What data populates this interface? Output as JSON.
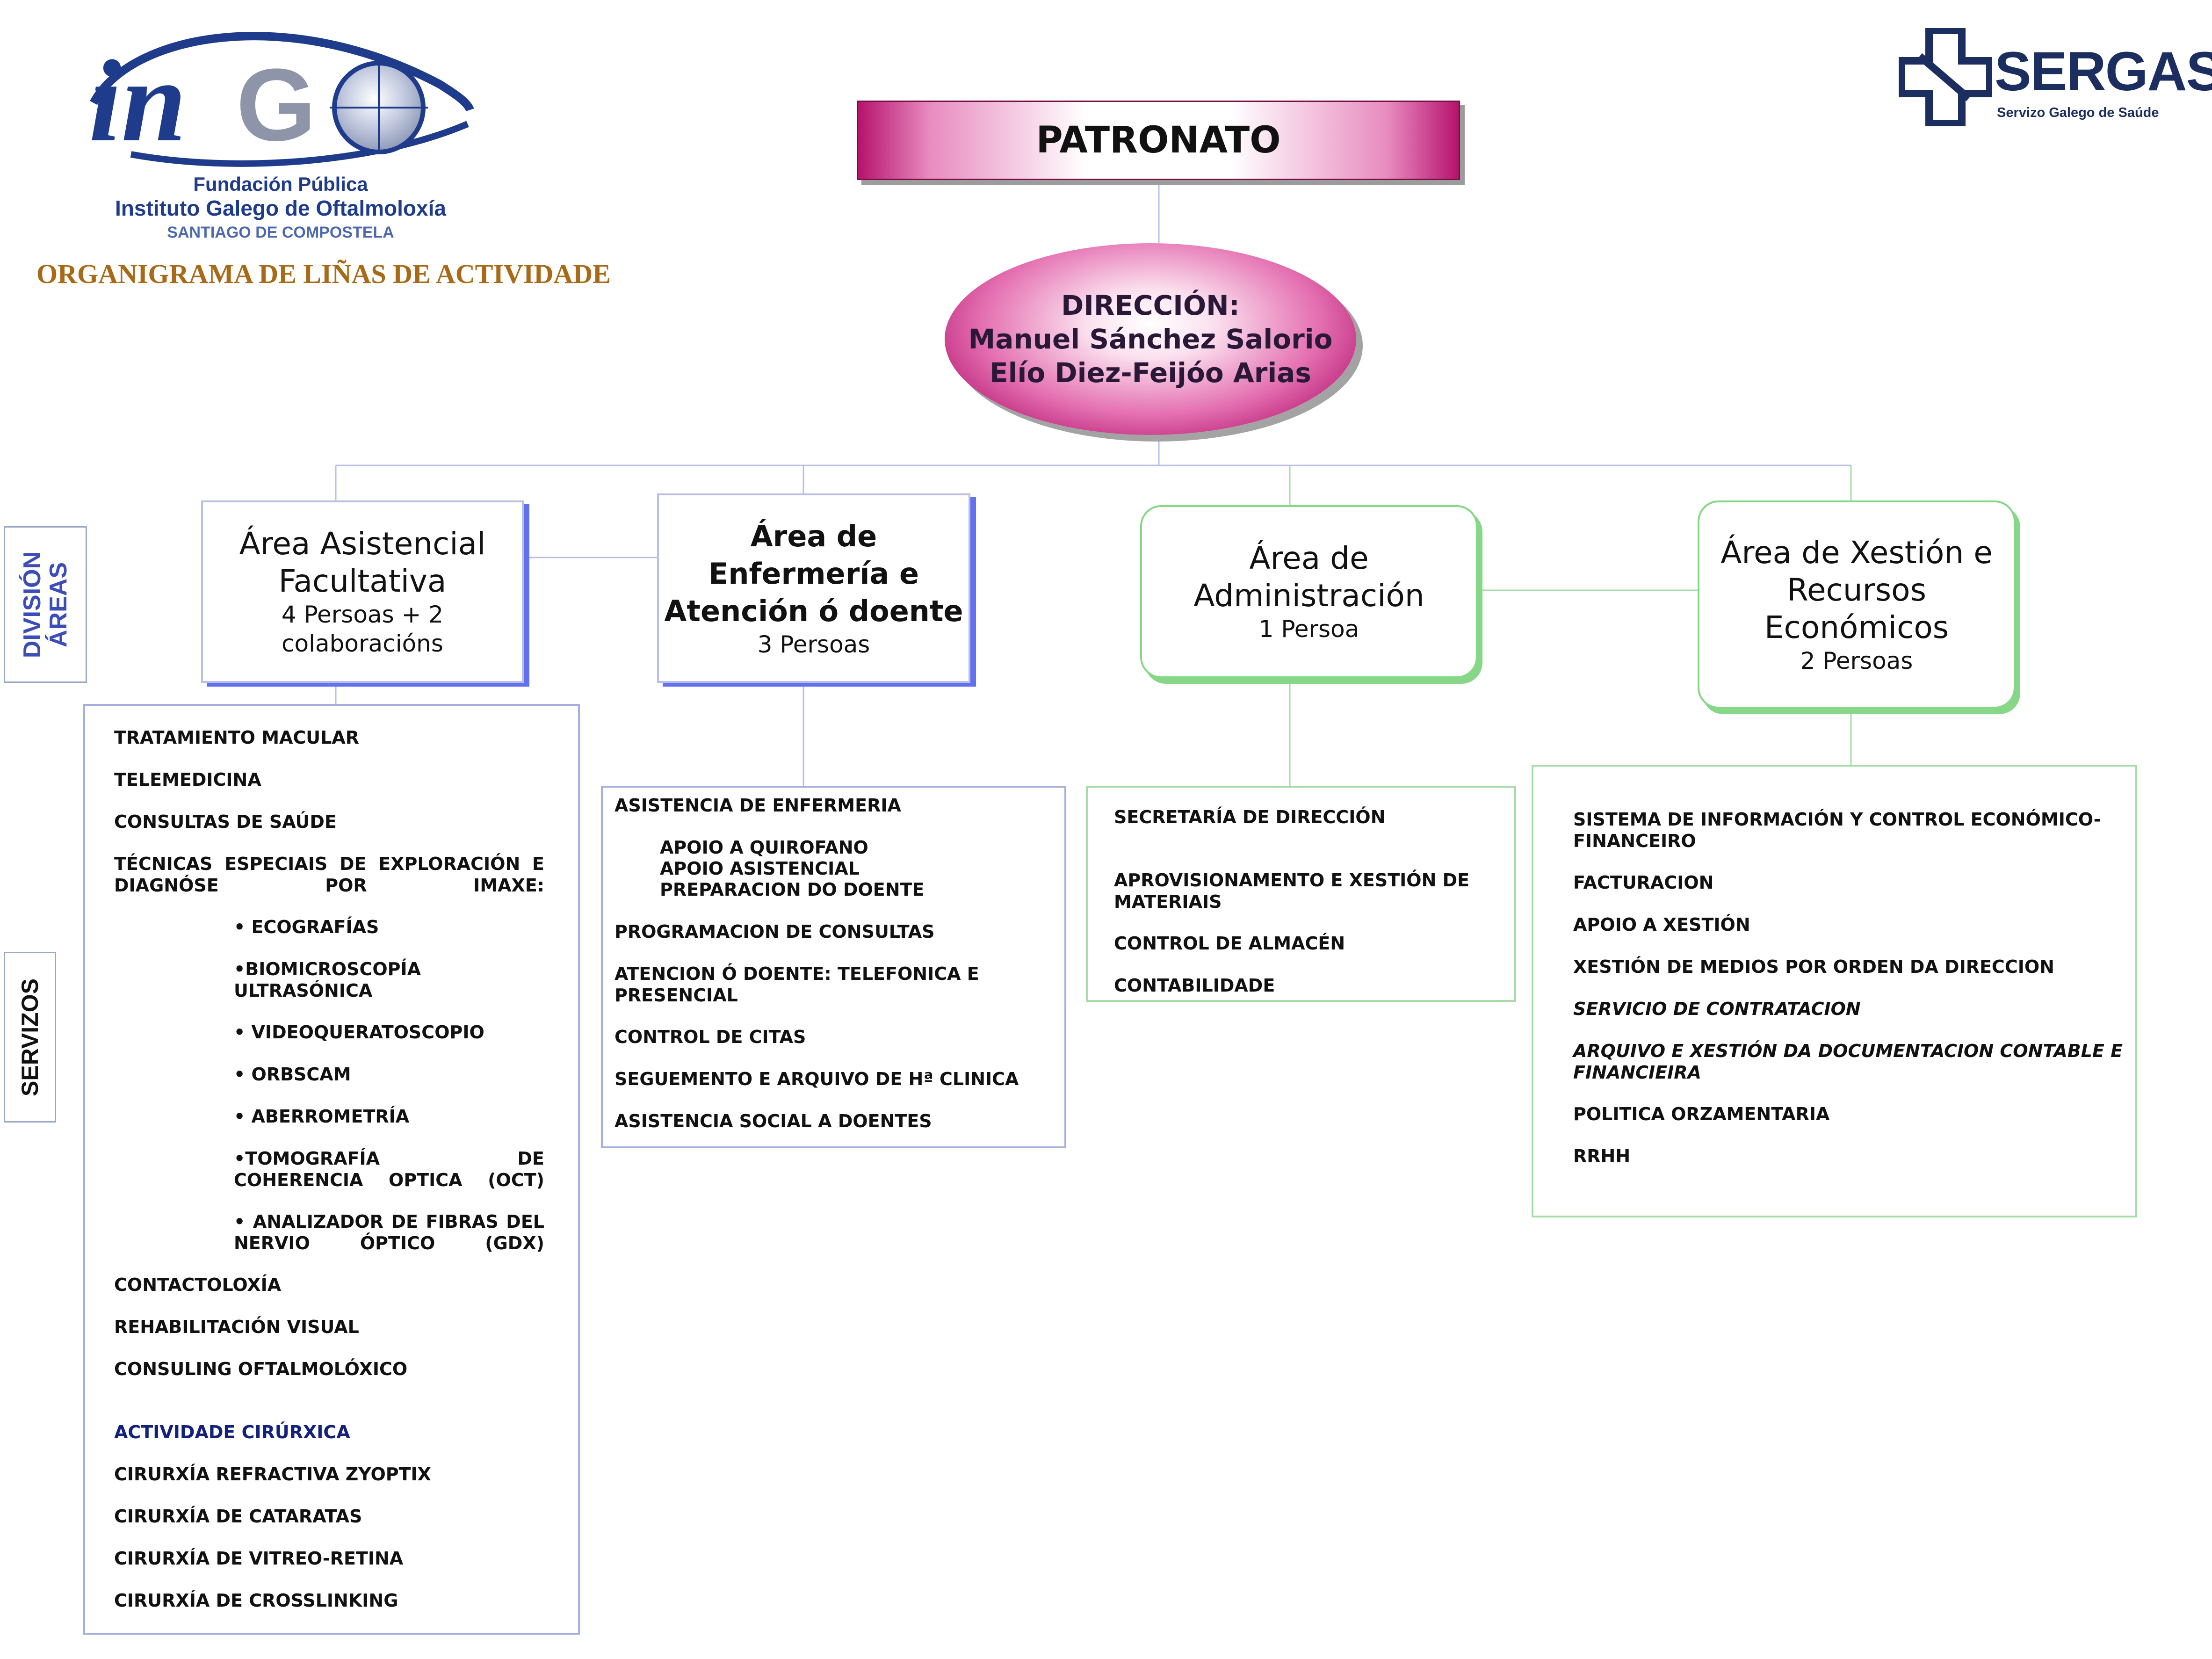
{
  "header": {
    "foundation": {
      "line1": "Fundación Pública",
      "line2": "Instituto Galego de Oftalmoloxía",
      "line3": "SANTIAGO DE COMPOSTELA"
    },
    "chart_title": "ORGANIGRAMA DE  LIÑAS DE ACTIVIDADE",
    "sergas": {
      "name": "SERGAS",
      "subtitle": "Servizo Galego de Saúde"
    },
    "ingo_logo_text": "ingo"
  },
  "top": {
    "patronato": "PATRONATO",
    "direccion": {
      "title": "DIRECCIÓN:",
      "persons": [
        "Manuel Sánchez Salorio",
        "Elío Diez-Feijóo Arias"
      ]
    }
  },
  "side_labels": {
    "division": [
      "DIVISIÓN",
      "ÁREAS"
    ],
    "servizos": "SERVIZOS"
  },
  "areas": [
    {
      "title": [
        "Área Asistencial",
        "Facultativa"
      ],
      "staff": [
        "4 Persoas + 2",
        "colaboracións"
      ]
    },
    {
      "title": [
        "Área de",
        "Enfermería e",
        "Atención ó doente"
      ],
      "staff": [
        "3 Persoas"
      ]
    },
    {
      "title": [
        "Área de",
        "Administración"
      ],
      "staff": [
        "1 Persoa"
      ]
    },
    {
      "title": [
        "Área de Xestión e",
        "Recursos",
        "Económicos"
      ],
      "staff": [
        "2 Persoas"
      ]
    }
  ],
  "services": {
    "asistencial": [
      "TRATAMIENTO MACULAR",
      "TELEMEDICINA",
      "CONSULTAS DE SAÚDE",
      "TÉCNICAS ESPECIAIS DE EXPLORACIÓN E DIAGNÓSE POR IMAXE:",
      "• ECOGRAFÍAS",
      "•BIOMICROSCOPÍA ULTRASÓNICA",
      "• VIDEOQUERATOSCOPIO",
      "• ORBSCAM",
      "• ABERROMETRÍA",
      "•TOMOGRAFÍA DE COHERENCIA OPTICA (OCT)",
      "• ANALIZADOR DE FIBRAS DEL NERVIO ÓPTICO (GDX)",
      "CONTACTOLOXÍA",
      "REHABILITACIÓN VISUAL",
      "CONSULING OFTALMOLÓXICO",
      "ACTIVIDADE CIRÚRXICA",
      "CIRURXÍA REFRACTIVA ZYOPTIX",
      "CIRURXÍA DE CATARATAS",
      "CIRURXÍA DE VITREO-RETINA",
      "CIRURXÍA DE CROSSLINKING"
    ],
    "enfermeria": [
      "ASISTENCIA DE ENFERMERIA",
      "APOIO A QUIROFANO",
      "APOIO ASISTENCIAL",
      "PREPARACION DO DOENTE",
      "PROGRAMACION DE CONSULTAS",
      "ATENCION Ó DOENTE: TELEFONICA E PRESENCIAL",
      "CONTROL DE CITAS",
      "SEGUEMENTO E ARQUIVO DE Hª CLINICA",
      "ASISTENCIA SOCIAL A DOENTES"
    ],
    "administracion": [
      "SECRETARÍA DE DIRECCIÓN",
      "APROVISIONAMENTO E XESTIÓN DE MATERIAIS",
      "CONTROL DE ALMACÉN",
      "CONTABILIDADE"
    ],
    "xestion": [
      "SISTEMA DE INFORMACIÓN Y CONTROL ECONÓMICO-FINANCEIRO",
      "FACTURACION",
      "APOIO A XESTIÓN",
      "XESTIÓN DE MEDIOS POR ORDEN DA DIRECCION",
      "SERVICIO DE CONTRATACION",
      "ARQUIVO E XESTIÓN DA DOCUMENTACION CONTABLE E FINANCIEIRA",
      "POLITICA ORZAMENTARIA",
      "RRHH"
    ]
  },
  "colors": {
    "magenta": "#b5136d",
    "area_blue": "#6271ef",
    "area_green": "#86d888",
    "title_gold": "#a86a16",
    "navy": "#13207c"
  }
}
